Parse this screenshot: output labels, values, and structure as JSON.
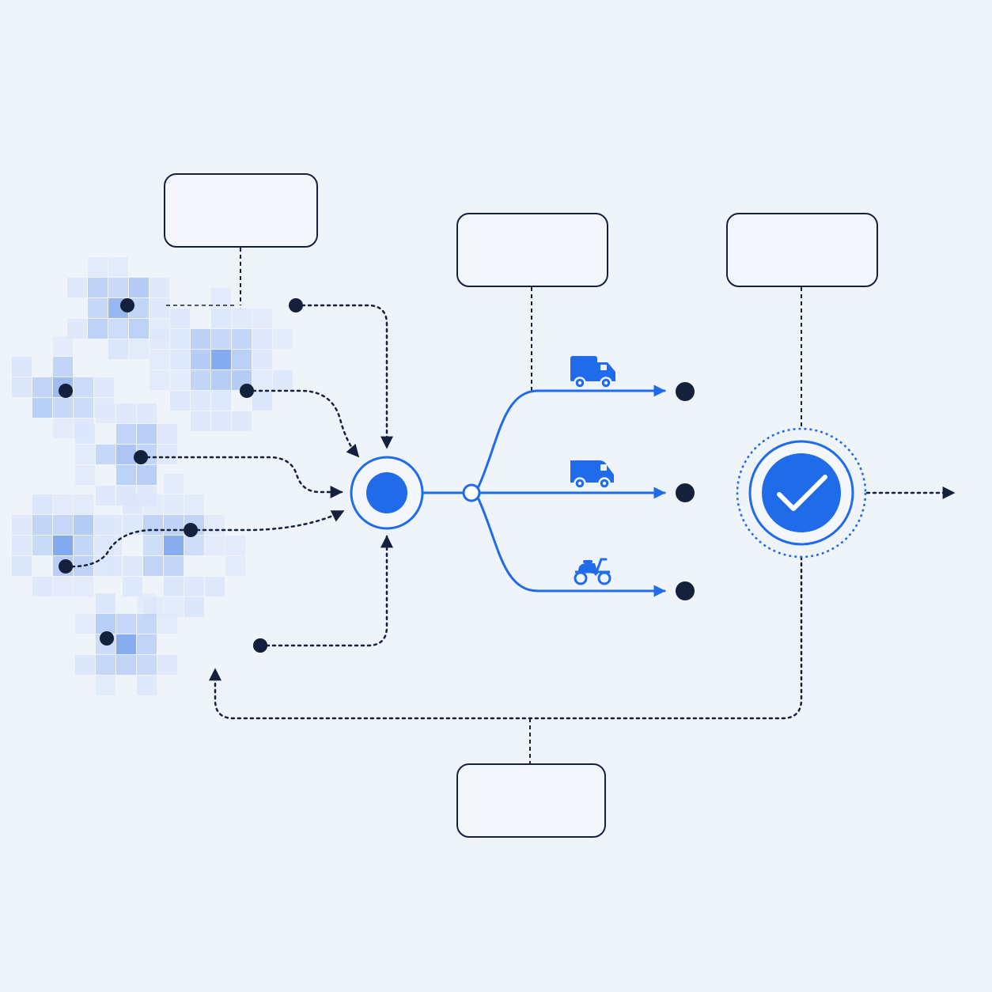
{
  "colors": {
    "background": "#eff3fa",
    "navy": "#14213d",
    "accent": "#1f6bea",
    "cell_light": "#dbe6fb",
    "cell_mid": "#b4cbf6",
    "cell_strong": "#7ea6ef"
  },
  "label_boxes": {
    "clusters": "",
    "dispatch": "",
    "confirm": "",
    "feedback": ""
  },
  "source_nodes": [
    {
      "name": "source-node-1",
      "cluster": "cluster-1"
    },
    {
      "name": "source-node-2",
      "cluster": "cluster-2"
    },
    {
      "name": "source-node-3",
      "cluster": "cluster-2"
    },
    {
      "name": "source-node-4",
      "cluster": "cluster-3"
    },
    {
      "name": "source-node-5",
      "cluster": "cluster-4"
    },
    {
      "name": "source-node-6",
      "cluster": "cluster-5"
    },
    {
      "name": "source-node-7",
      "cluster": "cluster-5"
    },
    {
      "name": "source-node-8",
      "cluster": "cluster-6"
    },
    {
      "name": "source-node-9",
      "cluster": "cluster-7"
    },
    {
      "name": "source-node-10",
      "cluster": "cluster-7"
    }
  ],
  "hub": {
    "icon": "target-hub-icon"
  },
  "routes": [
    {
      "name": "route-truck",
      "icon": "delivery-truck-icon",
      "destination": "destination-node-truck"
    },
    {
      "name": "route-van",
      "icon": "delivery-van-icon",
      "destination": "destination-node-van"
    },
    {
      "name": "route-scooter",
      "icon": "scooter-icon",
      "destination": "destination-node-scooter"
    }
  ],
  "confirmation": {
    "icon": "check-circle-icon"
  },
  "output": {
    "icon": "output-arrow-icon"
  },
  "feedback_loop": {
    "icon": "feedback-arrow-icon"
  }
}
